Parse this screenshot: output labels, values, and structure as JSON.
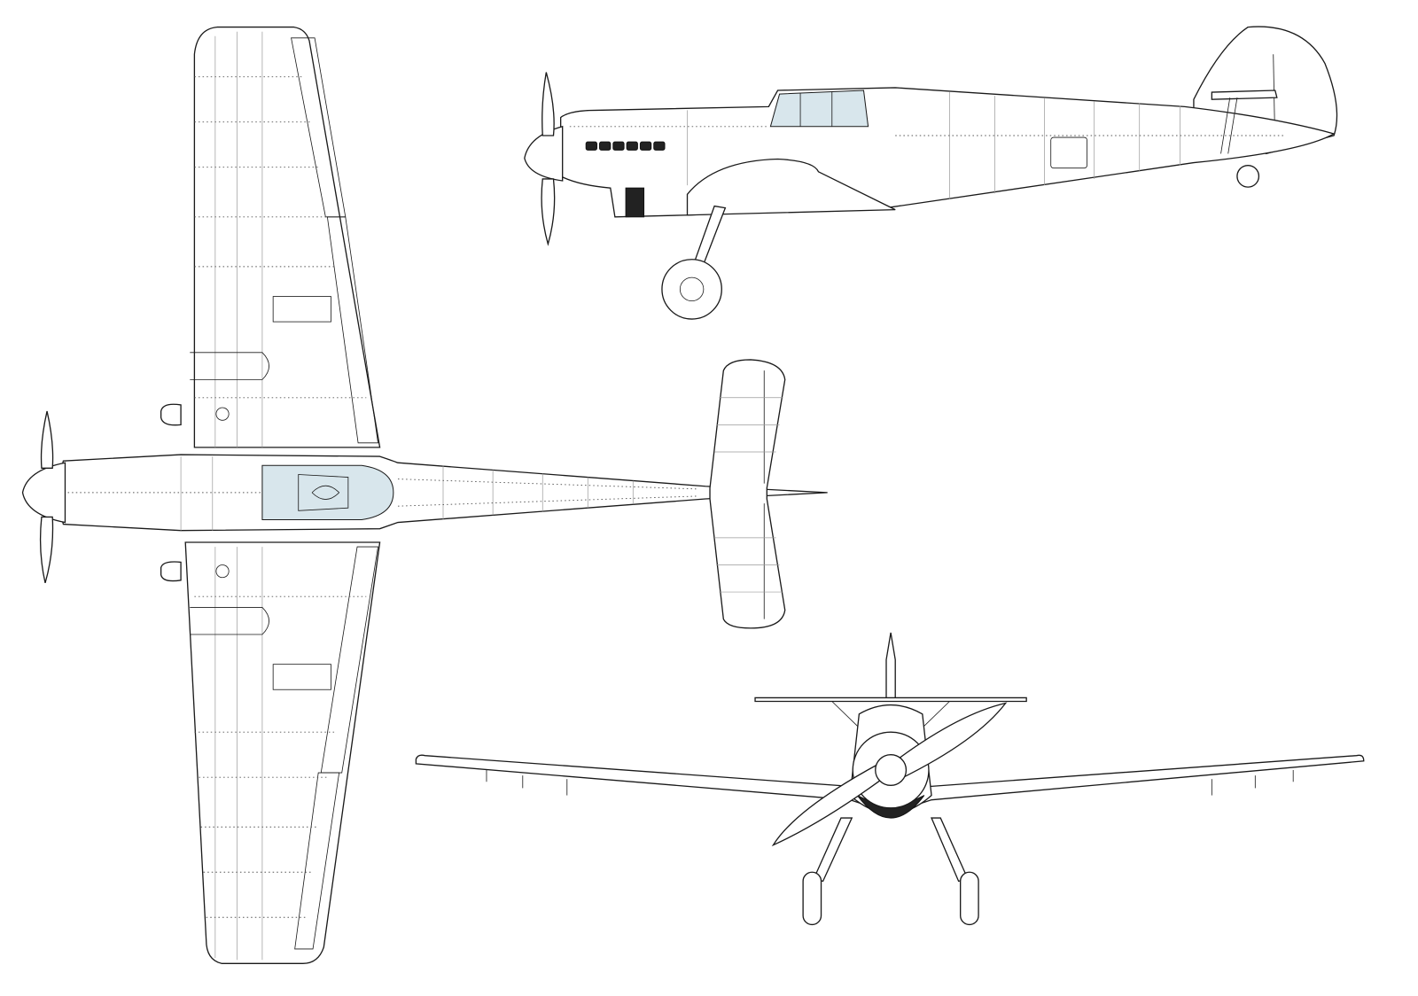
{
  "drawing": {
    "views": [
      "top-view",
      "side-view",
      "front-view"
    ],
    "colors": {
      "background": "#ffffff",
      "outline": "#1a1a1a",
      "panel_lines": "#9a9a9a",
      "canopy_glass": "#d8e6ec",
      "exhaust_and_cowl_dark": "#222222"
    }
  }
}
